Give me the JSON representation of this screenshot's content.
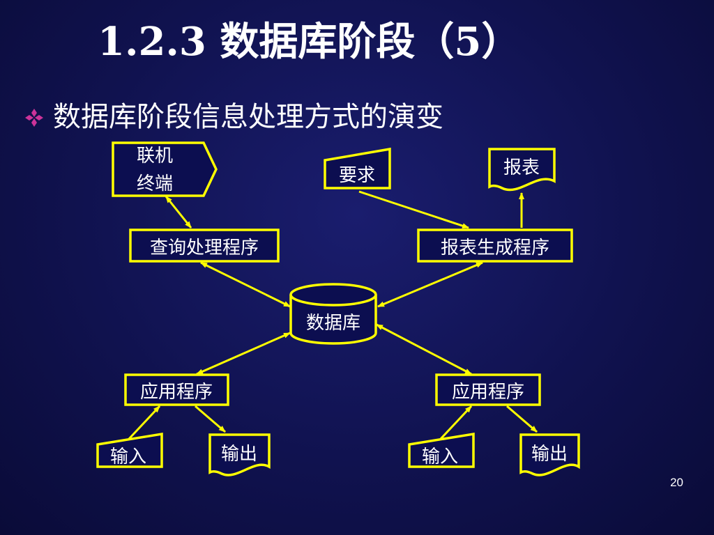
{
  "slide": {
    "title": "1.2.3  数据库阶段（5）",
    "bullet": "数据库阶段信息处理方式的演变",
    "page_number": "20"
  },
  "diagram": {
    "nodes": {
      "terminal_line1": "联机",
      "terminal_line2": "终端",
      "request": "要求",
      "report": "报表",
      "query_program": "查询处理程序",
      "report_program": "报表生成程序",
      "database": "数据库",
      "app_left": "应用程序",
      "app_right": "应用程序",
      "input_left": "输入",
      "output_left": "输出",
      "input_right": "输入",
      "output_right": "输出"
    }
  },
  "colors": {
    "background": "#10124f",
    "box_stroke": "#ffff00",
    "arrow": "#ffff00",
    "text": "#ffffff",
    "bullet": "#cc3399"
  },
  "icons": {
    "bullet": "four-diamond-icon"
  }
}
